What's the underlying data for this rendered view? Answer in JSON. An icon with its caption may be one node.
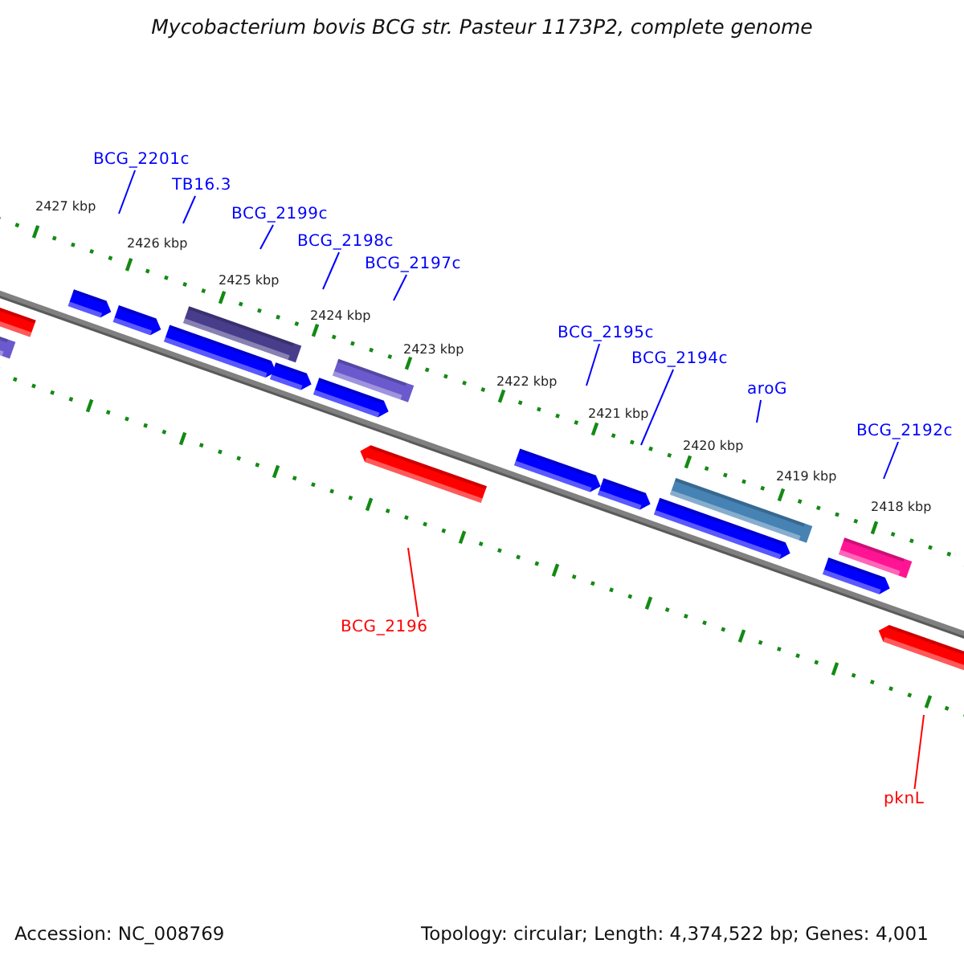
{
  "diagram": {
    "title": "Mycobacterium bovis BCG str. Pasteur 1173P2, complete genome",
    "nodes": [
      {
        "text": [
          "BCG_2201c"
        ]
      },
      {
        "text": [
          "TB16.3"
        ]
      },
      {
        "text": [
          "BCG_2199c"
        ]
      },
      {
        "text": [
          "BCG_2198c"
        ]
      },
      {
        "text": [
          "BCG_2197c"
        ]
      },
      {
        "text": [
          "BCG_2195c"
        ]
      },
      {
        "text": [
          "BCG_2194c"
        ]
      },
      {
        "text": [
          "aroG"
        ]
      },
      {
        "text": [
          "BCG_2192c"
        ]
      },
      {
        "text": [
          "BCG_2196"
        ]
      },
      {
        "text": [
          "pknL"
        ]
      }
    ],
    "edges": [
      {
        "from": 0,
        "to": null,
        "arrow": "none"
      },
      {
        "from": 1,
        "to": null,
        "arrow": "none"
      },
      {
        "from": 2,
        "to": null,
        "arrow": "none"
      },
      {
        "from": 3,
        "to": null,
        "arrow": "none"
      },
      {
        "from": 4,
        "to": null,
        "arrow": "none"
      },
      {
        "from": 5,
        "to": null,
        "arrow": "none"
      },
      {
        "from": 6,
        "to": null,
        "arrow": "none"
      },
      {
        "from": 7,
        "to": null,
        "arrow": "none"
      },
      {
        "from": 8,
        "to": null,
        "arrow": "none"
      },
      {
        "from": 9,
        "to": null,
        "arrow": "none",
        "color": "#ff0000"
      },
      {
        "from": 10,
        "to": null,
        "arrow": "none",
        "color": "#ff0000"
      }
    ],
    "labels": [
      "2427 kbp",
      "2426 kbp",
      "2425 kbp",
      "2424 kbp",
      "2423 kbp",
      "2422 kbp",
      "2421 kbp",
      "2420 kbp",
      "2419 kbp",
      "2418 kbp",
      "Accession: NC_008769",
      "Topology: circular; Length: 4,374,522 bp; Genes: 4,001"
    ]
  }
}
